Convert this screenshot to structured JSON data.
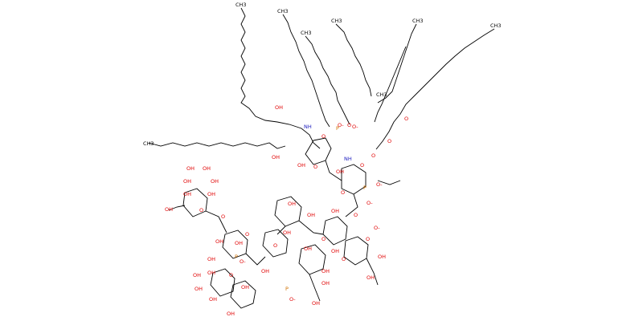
{
  "molecule": {
    "labels": {
      "ch3": "CH3",
      "nh": "NH",
      "oh": "OH",
      "o": "O",
      "o_minus": "O-",
      "p": "P"
    }
  }
}
